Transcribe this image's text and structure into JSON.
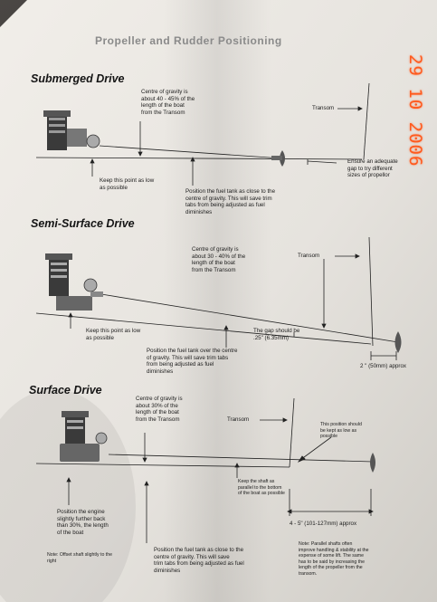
{
  "page": {
    "title": "Propeller and Rudder Positioning",
    "timestamp": "29 10 2006"
  },
  "colors": {
    "paper": "#ece9e4",
    "ink": "#1c1c1c",
    "stamp": "#ff5a1e",
    "shadow": "#3a3836"
  },
  "submerged": {
    "heading": "Submerged Drive",
    "cog": "Centre of gravity is\nabout 40 - 45% of the\nlength of the boat\nfrom the Transom",
    "transom": "Transom",
    "keep_low": "Keep this point as low\nas possible",
    "fuel": "Position the fuel tank as close to the\ncentre of gravity.  This will save trim\ntabs from being adjusted as fuel\ndiminishes",
    "gap": "Ensure an adequate\ngap to try different\nsizes of propellor"
  },
  "semi": {
    "heading": "Semi-Surface Drive",
    "cog": "Centre of gravity is\nabout 30 - 40% of the\nlength of the boat\nfrom the Transom",
    "transom": "Transom",
    "keep_low": "Keep this point as low\nas possible",
    "gap": "The gap should be\n.25\" (6.35mm)",
    "fuel": "Position the fuel tank over the centre\nof gravity.  This will save trim tabs\nfrom being adjusted as fuel\ndiminishes",
    "dim": "2 \" (50mm) approx"
  },
  "surface": {
    "heading": "Surface Drive",
    "cog": "Centre of gravity is\nabout 30% of the\nlength of the boat\nfrom the Transom",
    "transom": "Transom",
    "prop_low": "This position should\nbe kept as low as\npossible",
    "shaft_par": "Keep the shaft as\nparallel to the bottom\nof the boat as possible",
    "engine": "Position the engine\nslightly further back\nthan 30%, the length\nof the boat",
    "dim": "4 - 5\" (101-127mm) approx",
    "offset_note": "Note: Offset shaft slightly to the\nright",
    "fuel": "Position the fuel tank as close to the\ncentre of gravity.  This will save\ntrim tabs from being adjusted as fuel\ndiminishes",
    "parallel_note": "Note: Parallel shafts often\nimprove handling & stability at the\nexpense of some lift.  The same\nhas to be said by increasing the\nlength of the propeller from the\ntransom."
  }
}
